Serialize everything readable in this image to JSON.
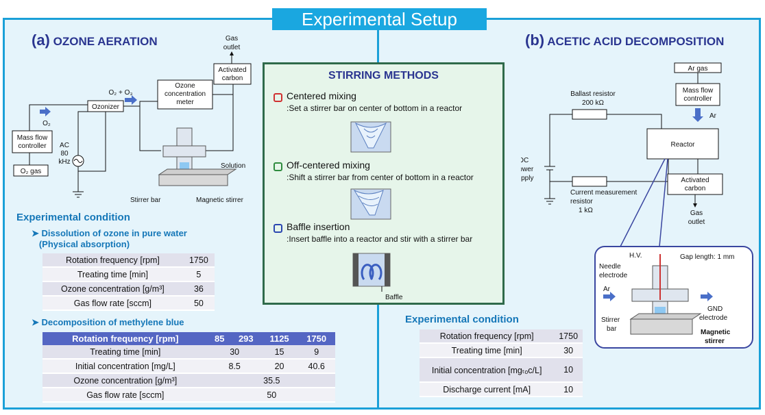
{
  "title": "Experimental Setup",
  "panel_a": {
    "tag": "(a)",
    "heading": "OZONE AERATION",
    "gas_outlet": [
      "Gas",
      "outlet"
    ],
    "activated_carbon": [
      "Activated",
      "carbon"
    ],
    "o2_o3": "O₂ + O₃",
    "ozone_meter": [
      "Ozone",
      "concentration",
      "meter"
    ],
    "ozonizer": "Ozonizer",
    "o2": "O₂",
    "mass_flow": [
      "Mass flow",
      "controller"
    ],
    "ac": [
      "AC",
      "80",
      "kHz"
    ],
    "o2_gas": "O₂ gas",
    "solution": "Solution",
    "stirrer_bar": "Stirrer bar",
    "magnetic_stirrer": "Magnetic stirrer"
  },
  "left_condition": {
    "title": "Experimental condition",
    "sub1": [
      "Dissolution of ozone in pure water",
      "(Physical absorption)"
    ],
    "table1": [
      [
        "Rotation frequency [rpm]",
        "1750"
      ],
      [
        "Treating time [min]",
        "5"
      ],
      [
        "Ozone concentration [g/m³]",
        "36"
      ],
      [
        "Gas flow rate [sccm]",
        "50"
      ]
    ],
    "sub2": "Decomposition of methylene blue",
    "table2_header": [
      "Rotation frequency [rpm]",
      "85",
      "293",
      "1125",
      "1750"
    ],
    "table2_rows": {
      "treating": [
        "Treating time [min]",
        "30",
        "15",
        "9"
      ],
      "initial": [
        "Initial concentration [mg/L]",
        "8.5",
        "20",
        "40.6"
      ],
      "ozone": [
        "Ozone concentration [g/m³]",
        "35.5"
      ],
      "flow": [
        "Gas flow rate [sccm]",
        "50"
      ]
    }
  },
  "stirring": {
    "title": "STIRRING METHODS",
    "methods": [
      {
        "label": "Centered mixing",
        "desc": ":Set a stirrer bar on center of bottom in a reactor",
        "color": "#d03030"
      },
      {
        "label": "Off-centered mixing",
        "desc": ":Shift a stirrer bar from center of bottom in a reactor",
        "color": "#2e8b3e"
      },
      {
        "label": "Baffle insertion",
        "desc": ":Insert baffle into a reactor and stir with a stirrer bar",
        "color": "#2a46b0"
      }
    ],
    "baffle": "Baffle"
  },
  "panel_b": {
    "tag": "(b)",
    "heading": "ACETIC ACID DECOMPOSITION",
    "ar_gas": "Ar gas",
    "mass_flow": [
      "Mass flow",
      "controller"
    ],
    "ar": "Ar",
    "ballast": [
      "Ballast resistor",
      "200 kΩ"
    ],
    "reactor": "Reactor",
    "dc": [
      "DC",
      "Power",
      "supply"
    ],
    "current_resistor": [
      "Current measurement",
      "resistor",
      "1 kΩ"
    ],
    "activated_carbon": [
      "Activated",
      "carbon"
    ],
    "gas_outlet": [
      "Gas",
      "outlet"
    ],
    "hv": "H.V.",
    "gap": "Gap length: 1 mm",
    "needle": [
      "Needle",
      "electrode"
    ],
    "ar_inset": "Ar",
    "gnd": [
      "GND",
      "electrode"
    ],
    "stirrer_bar": [
      "Stirrer",
      "bar"
    ],
    "magnetic_stirrer": [
      "Magnetic",
      "stirrer"
    ]
  },
  "right_condition": {
    "title": "Experimental condition",
    "rows": [
      [
        "Rotation frequency [rpm]",
        "1750"
      ],
      [
        "Treating time [min]",
        "30"
      ],
      [
        "Initial concentration [mgₜₒᴄ/L]",
        "10"
      ],
      [
        "Discharge current [mA]",
        "10"
      ]
    ]
  }
}
